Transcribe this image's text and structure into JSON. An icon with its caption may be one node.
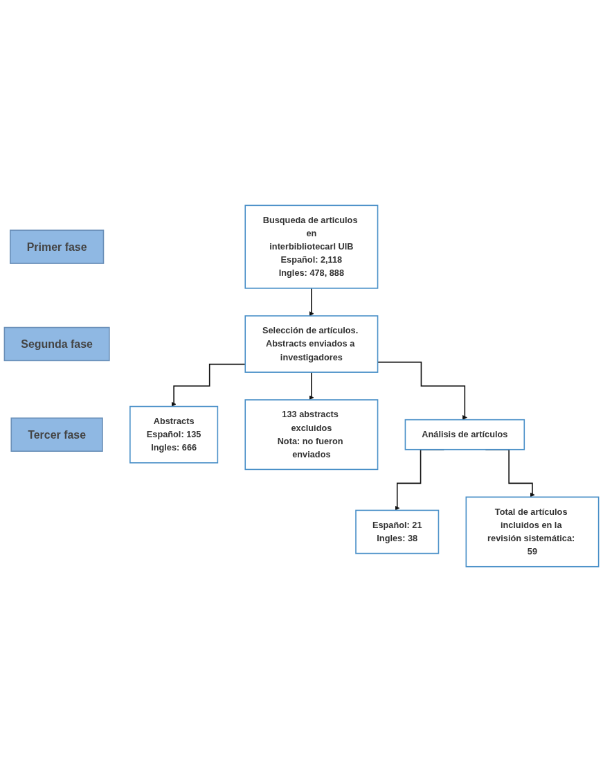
{
  "diagram": {
    "nodes": [
      {
        "text": [
          "Primer fase"
        ]
      },
      {
        "text": [
          "Segunda fase"
        ]
      },
      {
        "text": [
          "Tercer fase"
        ]
      },
      {
        "text": [
          "Busqueda de articulos en",
          "interbibliotecarl UIB",
          "Español: 2,118",
          "Ingles: 478, 888"
        ]
      },
      {
        "text": [
          "Selección de artículos. Abstracts enviados a investigadores"
        ]
      },
      {
        "text": [
          "Abstracts",
          "Español: 135",
          "Ingles: 666"
        ]
      },
      {
        "text": [
          "133 abstracts excluidos",
          "Nota: no fueron enviados"
        ]
      },
      {
        "text": [
          "Análisis de artículos"
        ]
      },
      {
        "text": [
          "Español: 21",
          "Ingles: 38"
        ]
      },
      {
        "text": [
          "Total de artículos incluidos en la revisión sistemática: 59"
        ]
      }
    ],
    "edges": [
      {
        "from": 3,
        "to": 4,
        "arrow": "to"
      },
      {
        "from": 4,
        "to": 5,
        "arrow": "to"
      },
      {
        "from": 4,
        "to": 6,
        "arrow": "to"
      },
      {
        "from": 4,
        "to": 7,
        "arrow": "to"
      },
      {
        "from": 7,
        "to": 8,
        "arrow": "to"
      },
      {
        "from": 7,
        "to": 9,
        "arrow": "to"
      }
    ]
  }
}
